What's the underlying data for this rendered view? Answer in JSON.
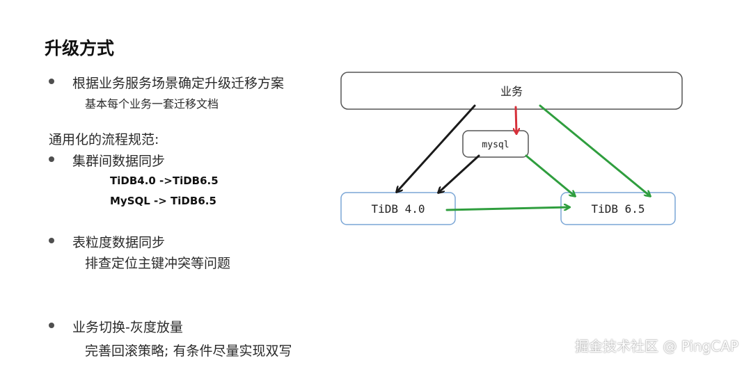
{
  "slide": {
    "title": "升级方式",
    "bullets": [
      {
        "label": "根据业务服务场景确定升级迁移方案",
        "sub": "基本每个业务一套迁移文档"
      }
    ],
    "section_label": "通用化的流程规范:",
    "sync_bullets": [
      {
        "label": "集群间数据同步",
        "items": [
          "TiDB4.0 ->TiDB6.5",
          "MySQL -> TiDB6.5"
        ]
      },
      {
        "label": "表粒度数据同步",
        "sub": "排查定位主键冲突等问题"
      },
      {
        "label": "业务切换-灰度放量",
        "sub": "完善回滚策略; 有条件尽量实现双写"
      }
    ]
  },
  "diagram": {
    "business_label": "业务",
    "mysql_label": "mysql",
    "tidb40_label": "TiDB 4.0",
    "tidb65_label": "TiDB 6.5",
    "colors": {
      "black_arrow": "#1a1a1a",
      "red_arrow": "#d6303a",
      "green_arrow": "#2f9e3e",
      "blue_box": "#7aa6d6",
      "gray_box": "#555555"
    }
  },
  "watermark": "掘金技术社区 @ PingCAP"
}
